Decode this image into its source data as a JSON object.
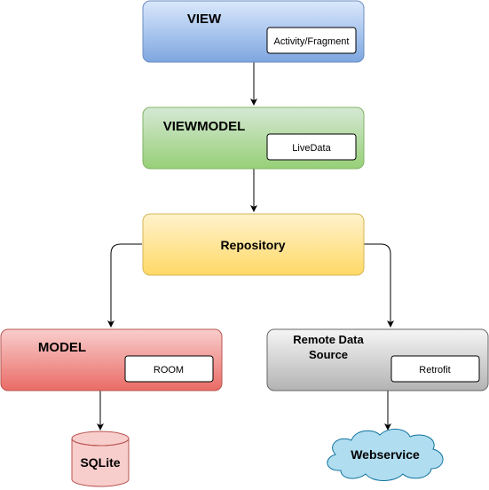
{
  "nodes": {
    "view": {
      "title": "VIEW",
      "sub": "Activity/Fragment"
    },
    "viewmodel": {
      "title": "VIEWMODEL",
      "sub": "LiveData"
    },
    "repository": {
      "title": "Repository"
    },
    "model": {
      "title": "MODEL",
      "sub": "ROOM"
    },
    "remote": {
      "title_line1": "Remote Data",
      "title_line2": "Source",
      "sub": "Retrofit"
    },
    "sqlite": {
      "label": "SQLite"
    },
    "webservice": {
      "label": "Webservice"
    }
  },
  "colors": {
    "view_fill": "#c5d8f2",
    "view_stroke": "#6c8ebf",
    "viewmodel_fill": "#d5e8d4",
    "viewmodel_stroke": "#82b366",
    "repository_fill": "#fff2cc",
    "repository_stroke": "#d6b656",
    "model_fill": "#f8cecc",
    "model_stroke": "#b85450",
    "remote_fill": "#f5f5f5",
    "remote_stroke": "#666666",
    "sqlite_fill": "#f8cecc",
    "sqlite_stroke": "#b85450",
    "cloud_fill": "#b1ddf0",
    "cloud_stroke": "#10739e",
    "arrow": "#000000"
  }
}
